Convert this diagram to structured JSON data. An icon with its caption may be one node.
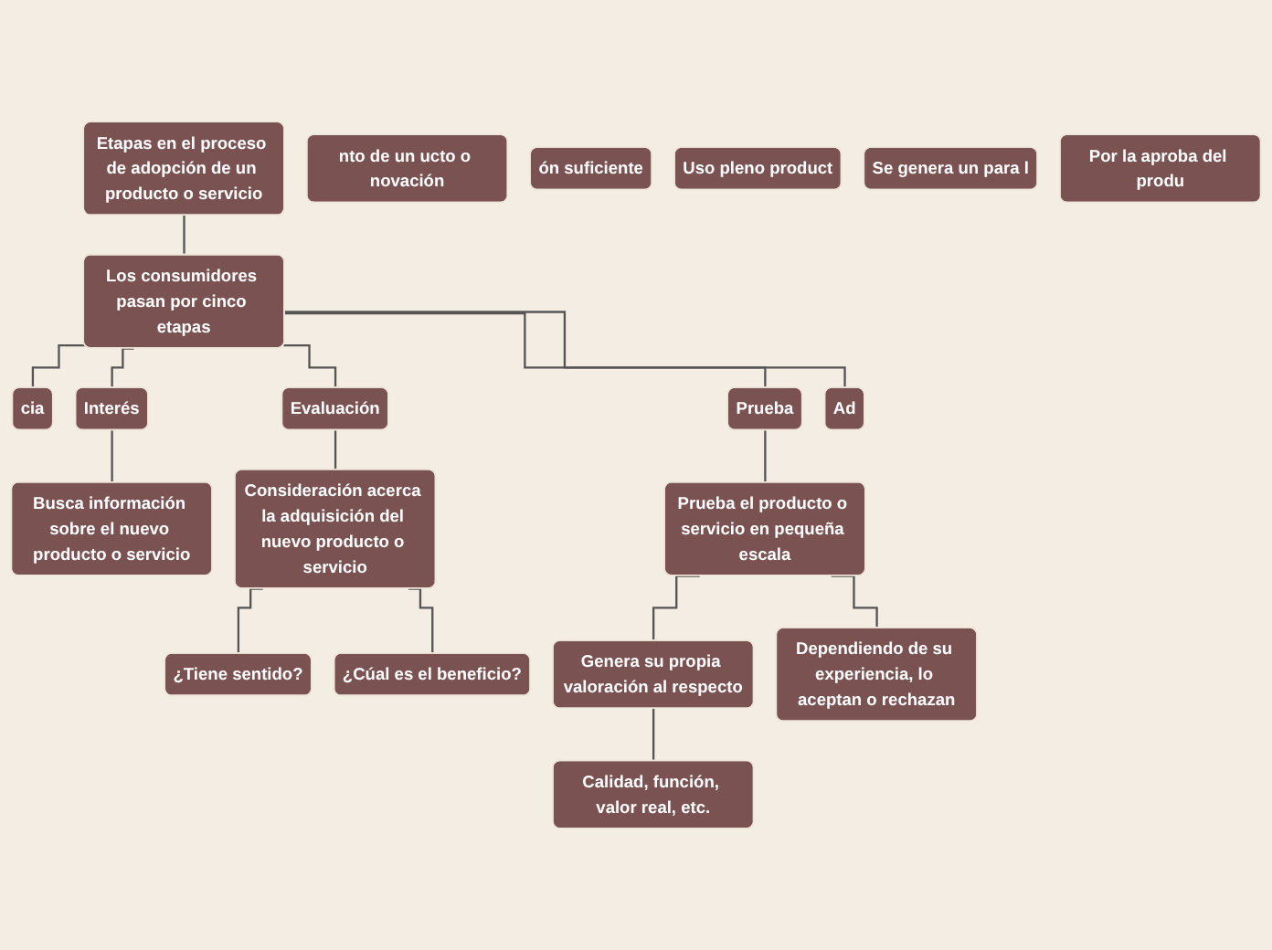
{
  "diagram": {
    "nodes": [
      {
        "text": [
          "Etapas en el proceso de adopción de un producto o servicio"
        ]
      },
      {
        "text": [
          "Los consumidores pasan por cinco etapas"
        ]
      },
      {
        "text": [
          "cia"
        ]
      },
      {
        "text": [
          "nto de un ucto o novación"
        ]
      },
      {
        "text": [
          "ón suficiente"
        ]
      },
      {
        "text": [
          "Interés"
        ]
      },
      {
        "text": [
          "Busca información sobre el nuevo producto o servicio"
        ]
      },
      {
        "text": [
          "Evaluación"
        ]
      },
      {
        "text": [
          "Consideración acerca la adquisición del nuevo producto o servicio"
        ]
      },
      {
        "text": [
          "¿Tiene sentido?"
        ]
      },
      {
        "text": [
          "¿Cúal es el beneficio?"
        ]
      },
      {
        "text": [
          "Prueba"
        ]
      },
      {
        "text": [
          "Prueba el producto o servicio en pequeña escala"
        ]
      },
      {
        "text": [
          "Genera su propia valoración al respecto"
        ]
      },
      {
        "text": [
          "Dependiendo de su experiencia, lo aceptan o rechazan"
        ]
      },
      {
        "text": [
          "Calidad, función, valor real, etc."
        ]
      },
      {
        "text": [
          "Ad"
        ]
      },
      {
        "text": [
          "Uso pleno product"
        ]
      },
      {
        "text": [
          "Se genera un para l"
        ]
      },
      {
        "text": [
          "Por la aproba del produ"
        ]
      }
    ],
    "edges": [
      {
        "from": 0,
        "to": 1,
        "arrow": "none"
      },
      {
        "from": 1,
        "to": 2,
        "arrow": "none"
      },
      {
        "from": 1,
        "to": 5,
        "arrow": "none"
      },
      {
        "from": 1,
        "to": 7,
        "arrow": "none"
      },
      {
        "from": 1,
        "to": 11,
        "arrow": "none"
      },
      {
        "from": 1,
        "to": 16,
        "arrow": "none"
      },
      {
        "from": 5,
        "to": 6,
        "arrow": "none"
      },
      {
        "from": 7,
        "to": 8,
        "arrow": "none"
      },
      {
        "from": 8,
        "to": 9,
        "arrow": "none"
      },
      {
        "from": 8,
        "to": 10,
        "arrow": "none"
      },
      {
        "from": 11,
        "to": 12,
        "arrow": "none"
      },
      {
        "from": 12,
        "to": 13,
        "arrow": "none"
      },
      {
        "from": 12,
        "to": 14,
        "arrow": "none"
      },
      {
        "from": 13,
        "to": 15,
        "arrow": "none"
      }
    ]
  }
}
